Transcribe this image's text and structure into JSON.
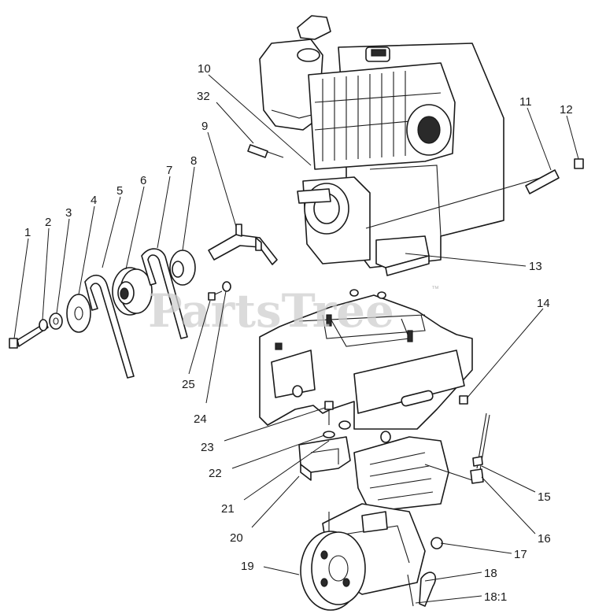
{
  "watermark": {
    "text": "PartsTree",
    "trademark": "™"
  },
  "callouts": [
    {
      "id": "c1",
      "label": "1"
    },
    {
      "id": "c2",
      "label": "2"
    },
    {
      "id": "c3",
      "label": "3"
    },
    {
      "id": "c4",
      "label": "4"
    },
    {
      "id": "c5",
      "label": "5"
    },
    {
      "id": "c6",
      "label": "6"
    },
    {
      "id": "c7",
      "label": "7"
    },
    {
      "id": "c8",
      "label": "8"
    },
    {
      "id": "c9",
      "label": "9"
    },
    {
      "id": "c10",
      "label": "10"
    },
    {
      "id": "c11",
      "label": "11"
    },
    {
      "id": "c12",
      "label": "12"
    },
    {
      "id": "c13",
      "label": "13"
    },
    {
      "id": "c14",
      "label": "14"
    },
    {
      "id": "c15",
      "label": "15"
    },
    {
      "id": "c16",
      "label": "16"
    },
    {
      "id": "c17",
      "label": "17"
    },
    {
      "id": "c18",
      "label": "18"
    },
    {
      "id": "c181",
      "label": "18:1"
    },
    {
      "id": "c19",
      "label": "19"
    },
    {
      "id": "c20",
      "label": "20"
    },
    {
      "id": "c21",
      "label": "21"
    },
    {
      "id": "c22",
      "label": "22"
    },
    {
      "id": "c23",
      "label": "23"
    },
    {
      "id": "c24",
      "label": "24"
    },
    {
      "id": "c25",
      "label": "25"
    },
    {
      "id": "c32",
      "label": "32"
    }
  ]
}
